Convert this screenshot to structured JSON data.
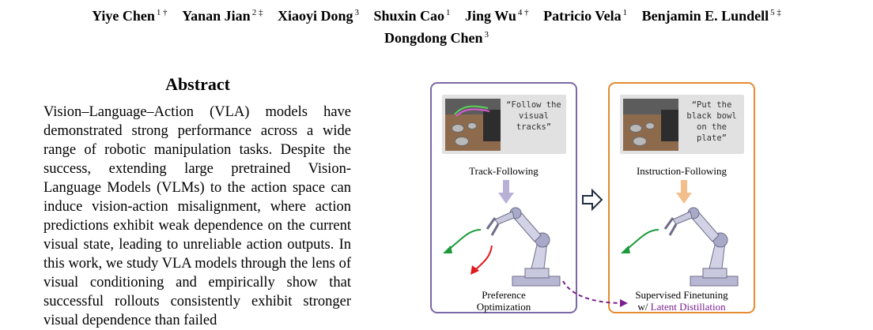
{
  "authors": [
    {
      "name": "Yiye Chen",
      "affil": "1 †"
    },
    {
      "name": "Yanan Jian",
      "affil": "2 ‡"
    },
    {
      "name": "Xiaoyi Dong",
      "affil": "3"
    },
    {
      "name": "Shuxin Cao",
      "affil": "1"
    },
    {
      "name": "Jing Wu",
      "affil": "4 †"
    },
    {
      "name": "Patricio Vela",
      "affil": "1"
    },
    {
      "name": "Benjamin E. Lundell",
      "affil": "5 ‡"
    },
    {
      "name": "Dongdong Chen",
      "affil": "3"
    }
  ],
  "abstract": {
    "title": "Abstract",
    "body": "Vision–Language–Action (VLA) models have demonstrated strong performance across a wide range of robotic manipulation tasks.  Despite the success, extending large pretrained Vision-Language Models (VLMs) to the action space can induce vision-action misalignment, where action predictions exhibit weak dependence on the current visual state, leading to unreliable action outputs.  In this work, we study VLA models through the lens of visual conditioning and empirically show that successful rollouts consistently exhibit stronger visual dependence than failed"
  },
  "figure": {
    "left": {
      "prompt": "“Follow the visual tracks”",
      "label": "Track-Following",
      "caption_line1": "Preference",
      "caption_line2": "Optimization",
      "border_color": "#7b68a6",
      "arrow_color": "#b9b0d6"
    },
    "right": {
      "prompt": "“Put the black bowl on the plate”",
      "label": "Instruction-Following",
      "caption_line1": "Supervised Finetuning",
      "caption_prefix": "w/ ",
      "caption_highlight": "Latent Distillation",
      "border_color": "#e58a2f",
      "arrow_color": "#f2bf8a"
    },
    "colors": {
      "green": "#1a9a3a",
      "red": "#e0191d",
      "purple": "#7a1f8c"
    }
  }
}
